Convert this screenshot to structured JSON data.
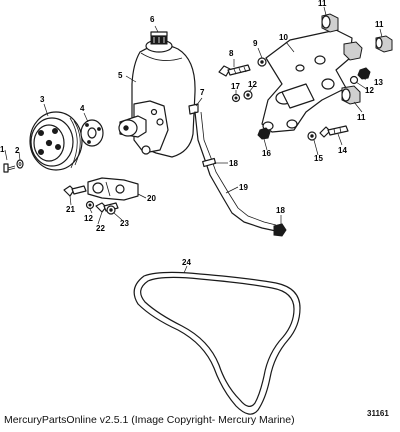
{
  "callouts": {
    "c1": "1",
    "c2": "2",
    "c3": "3",
    "c4": "4",
    "c5": "5",
    "c6": "6",
    "c7": "7",
    "c8": "8",
    "c9": "9",
    "c10": "10",
    "c11a": "11",
    "c11b": "11",
    "c11c": "11",
    "c12a": "12",
    "c12b": "12",
    "c12c": "12",
    "c13": "13",
    "c14": "14",
    "c15": "15",
    "c16": "16",
    "c17": "17",
    "c18a": "18",
    "c18b": "18",
    "c19": "19",
    "c20": "20",
    "c21": "21",
    "c22": "22",
    "c23": "23",
    "c24": "24"
  },
  "footer_text": "MercuryPartsOnline v2.5.1 (Image Copyright- Mercury Marine)",
  "drawing_number": "31161"
}
